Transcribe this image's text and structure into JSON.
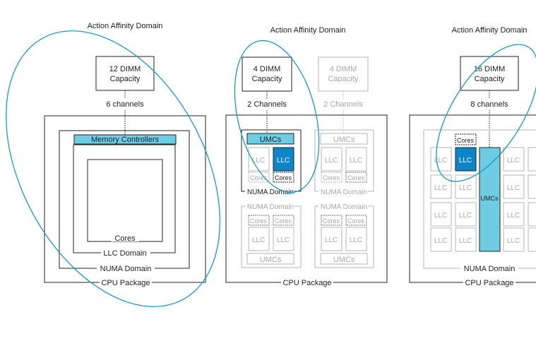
{
  "colors": {
    "line": "#222222",
    "faded": "#b5b5b5",
    "faded_text": "#a8a8a8",
    "umc_fill": "#6fcde3",
    "llc_fill": "#0b86c9",
    "ellipse": "#1a97c9"
  },
  "panel1": {
    "title": "Action Affinity Domain",
    "dimm_line1": "12 DIMM",
    "dimm_line2": "Capacity",
    "channels": "6 channels",
    "memory_controllers": "Memory Controllers",
    "cores": "Cores",
    "llc_domain": "LLC Domain",
    "numa_domain": "NUMA Domain",
    "cpu_package": "CPU Package"
  },
  "panel2": {
    "title": "Action Affinity Domain",
    "dimm_a_line1": "4 DIMM",
    "dimm_a_line2": "Capacity",
    "dimm_b_line1": "4 DIMM",
    "dimm_b_line2": "Capacity",
    "channels_a": "2 Channels",
    "channels_b": "2 Channels",
    "umcs": "UMCs",
    "llc": "LLC",
    "cores": "Cores",
    "numa_domain": "NUMA Domain",
    "cpu_package": "CPU Package"
  },
  "panel3": {
    "title": "Action Affinity Domain",
    "dimm_line1": "16 DIMM",
    "dimm_line2": "Capacity",
    "channels": "8 channels",
    "cores": "Cores",
    "llc": "LLC",
    "umcs": "UMCs",
    "numa_domain": "NUMA Domain",
    "cpu_package": "CPU Package"
  }
}
